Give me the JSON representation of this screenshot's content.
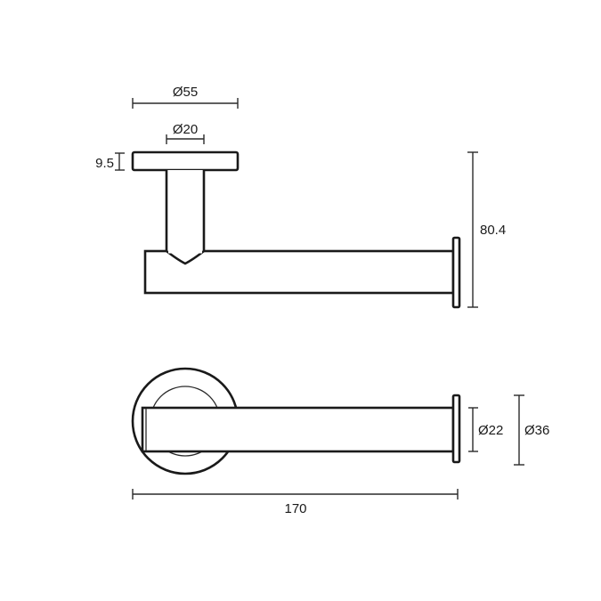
{
  "drawing": {
    "side_view": {
      "dimensions": {
        "rose_diameter": "Ø55",
        "stem_diameter": "Ø20",
        "rose_thickness": "9.5",
        "height": "80.4"
      }
    },
    "top_view": {
      "dimensions": {
        "arm_diameter": "Ø22",
        "end_cap_diameter": "Ø36",
        "length": "170"
      }
    },
    "colors": {
      "line": "#1a1a1a",
      "background": "#ffffff"
    }
  }
}
